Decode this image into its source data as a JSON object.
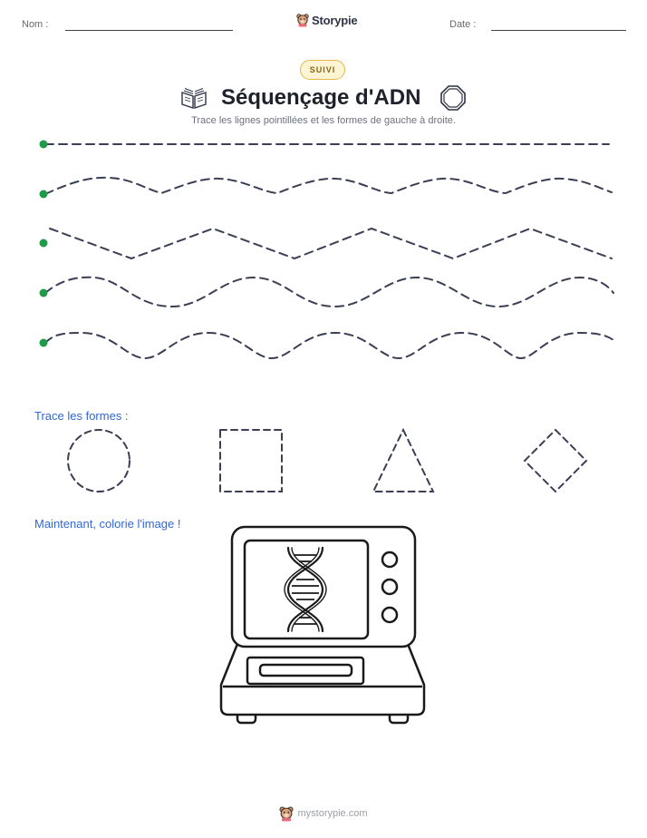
{
  "header": {
    "name_label": "Nom :",
    "date_label": "Date :",
    "brand": "Storypie"
  },
  "badge": "SUIVI",
  "title": "Séquençage d'ADN",
  "subtitle": "Trace les lignes pointillées et les formes de gauche à droite.",
  "tracing_lines": [
    {
      "type": "straight"
    },
    {
      "type": "wave"
    },
    {
      "type": "zigzag"
    },
    {
      "type": "wave"
    },
    {
      "type": "wave"
    }
  ],
  "shapes_section": {
    "label": "Trace les formes :",
    "shapes": [
      "circle",
      "square",
      "triangle",
      "diamond"
    ]
  },
  "coloring_section": {
    "label": "Maintenant, colorie l'image !",
    "image": "dna-sequencer-machine-icon"
  },
  "footer": {
    "site": "mystorypie.com"
  },
  "colors": {
    "start_dot": "#1e9a48",
    "dash": "#3a3f55",
    "section_label": "#2f67d6",
    "badge_border": "#e2b94a"
  }
}
